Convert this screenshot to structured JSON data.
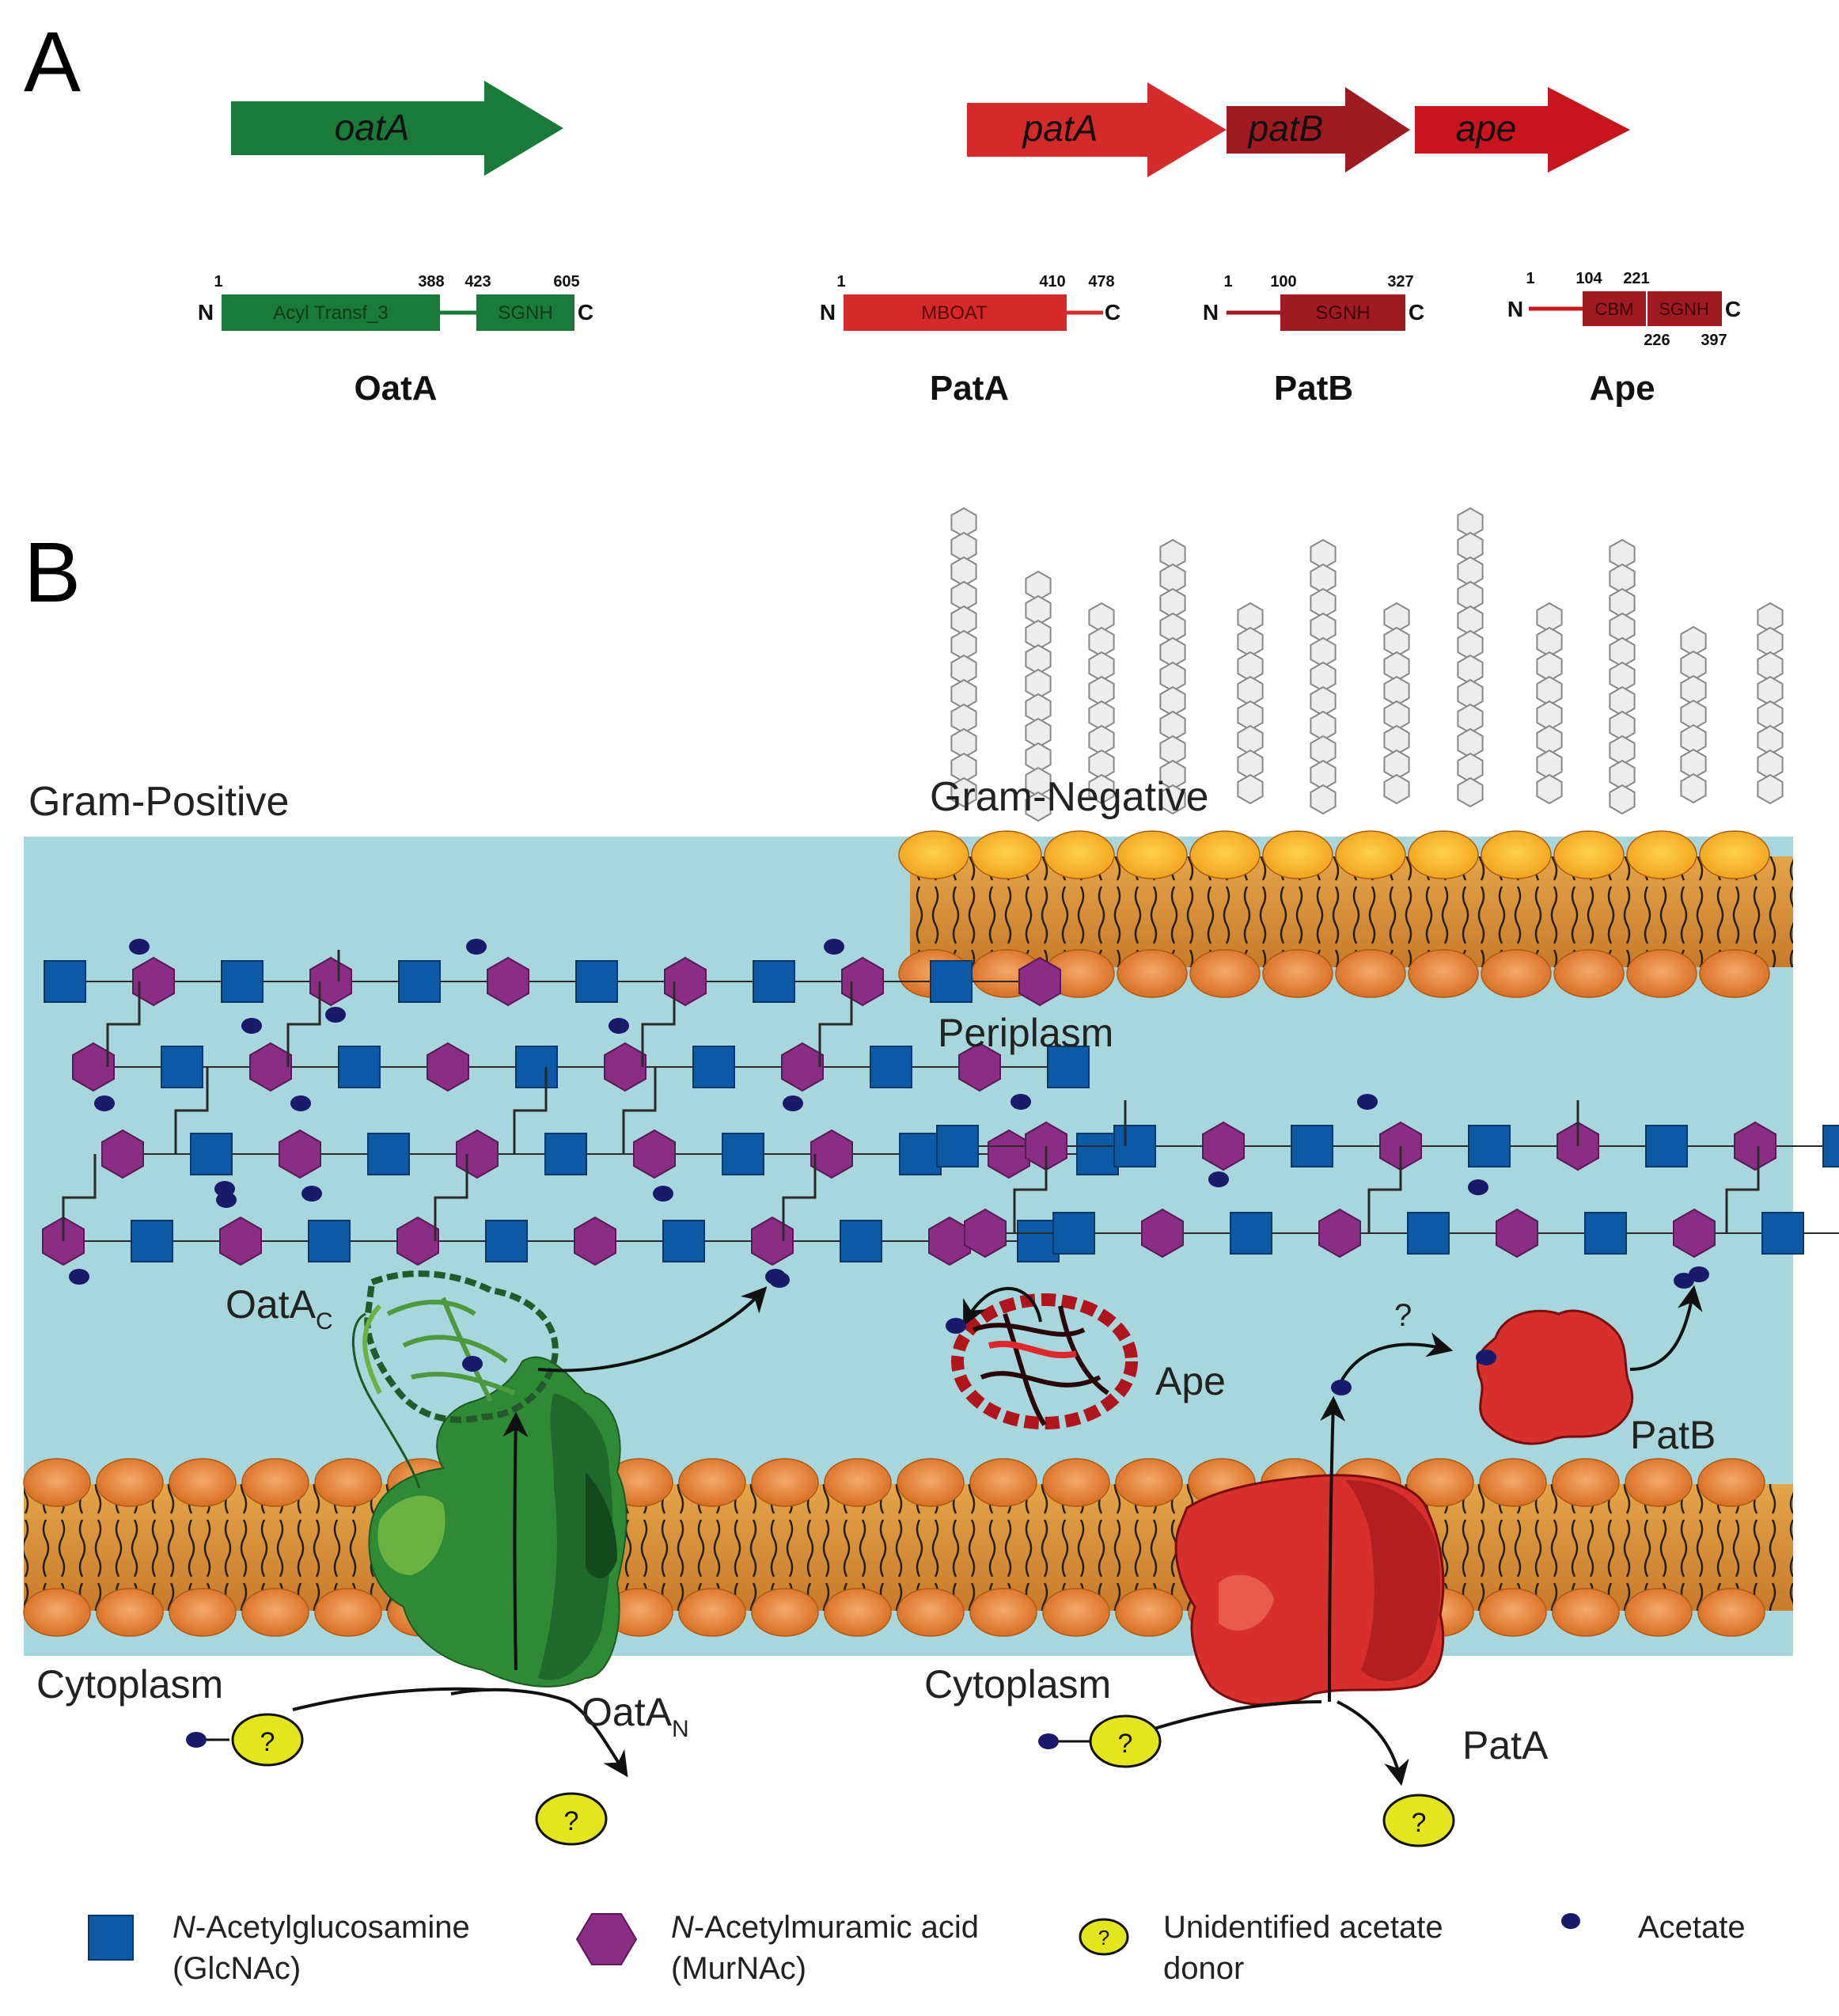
{
  "panels": {
    "a": "A",
    "b": "B"
  },
  "genes": {
    "oatA": "oatA",
    "patA": "patA",
    "patB": "patB",
    "ape": "ape"
  },
  "domains": {
    "oata": {
      "n": "N",
      "c": "C",
      "d1": "Acyl Transf_3",
      "d2": "SGNH",
      "pos": [
        "1",
        "388",
        "423",
        "605"
      ],
      "name": "OatA"
    },
    "pata": {
      "n": "N",
      "c": "C",
      "d1": "MBOAT",
      "pos": [
        "1",
        "410",
        "478"
      ],
      "name": "PatA"
    },
    "patb": {
      "n": "N",
      "c": "C",
      "d1": "SGNH",
      "pos": [
        "1",
        "100",
        "327"
      ],
      "name": "PatB"
    },
    "ape": {
      "n": "N",
      "c": "C",
      "d1": "CBM",
      "d2": "SGNH",
      "pos": [
        "1",
        "104",
        "221",
        "226",
        "397"
      ],
      "name": "Ape"
    }
  },
  "labels": {
    "gram_pos": "Gram-Positive",
    "gram_neg": "Gram-Negative",
    "periplasm": "Periplasm",
    "cyto_left": "Cytoplasm",
    "cyto_right": "Cytoplasm",
    "oatac": "OatA",
    "oatac_sub": "C",
    "oatan": "OatA",
    "oatan_sub": "N",
    "ape": "Ape",
    "patb": "PatB",
    "pata": "PatA",
    "question": "?",
    "unknown": "?"
  },
  "legend": {
    "glcnac_l1_italic": "N",
    "glcnac_l1": "-Acetylglucosamine",
    "glcnac_l2": "(GlcNAc)",
    "murnac_l1_italic": "N",
    "murnac_l1": "-Acetylmuramic acid",
    "murnac_l2": "(MurNAc)",
    "donor_l1": "Unidentified acetate",
    "donor_l2": "donor",
    "acetate": "Acetate"
  },
  "colors": {
    "oat_green": "#1a7a3a",
    "pat_red": "#d42a2a",
    "patb_dark": "#a01a22",
    "ape_red": "#c8141e",
    "periplasm": "#a7d6dc",
    "glcnac": "#0d5aa6",
    "murnac": "#8b2d85",
    "acetate": "#1a1a6b",
    "donor": "#e3e61c"
  }
}
